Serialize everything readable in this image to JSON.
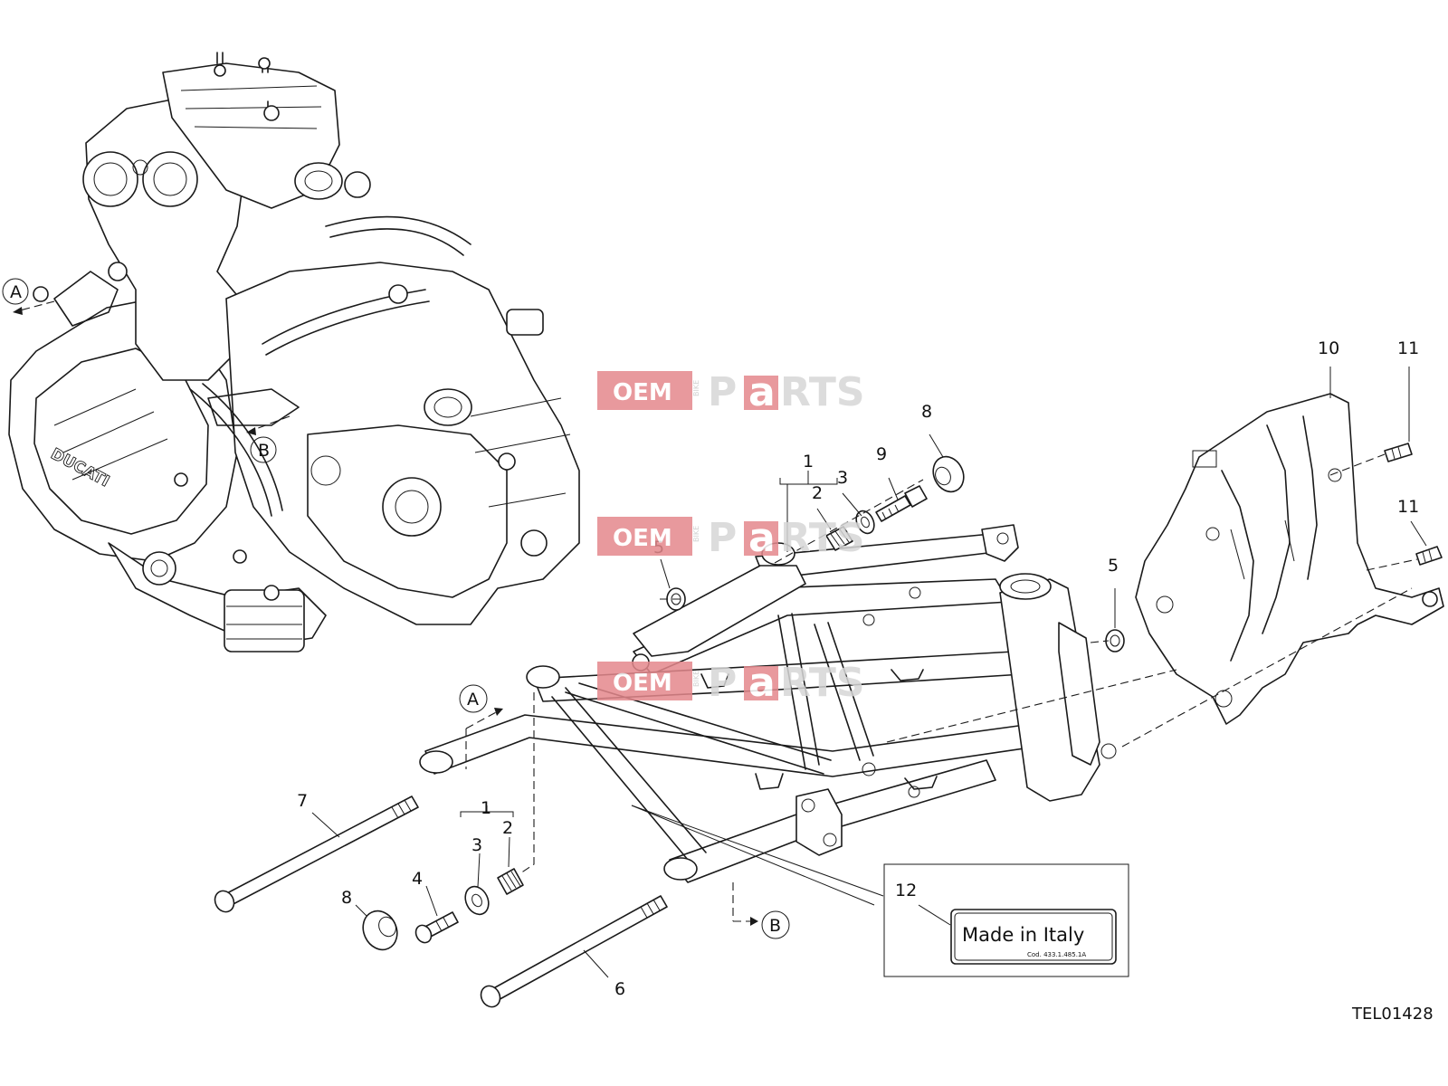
{
  "diagram": {
    "reference_code": "TEL01428",
    "callouts": [
      "1",
      "2",
      "3",
      "4",
      "5",
      "6",
      "7",
      "8",
      "9",
      "10",
      "11",
      "12"
    ],
    "view_markers": [
      "A",
      "B"
    ],
    "label_plate": {
      "text": "Made in Italy",
      "code": "Cod. 433.1.485.1A"
    },
    "engine_brand_text": "DUCATI"
  },
  "watermark": {
    "oem": "OEM",
    "bike": "BIKE",
    "p": "P",
    "a": "a",
    "rts": "RTS"
  }
}
